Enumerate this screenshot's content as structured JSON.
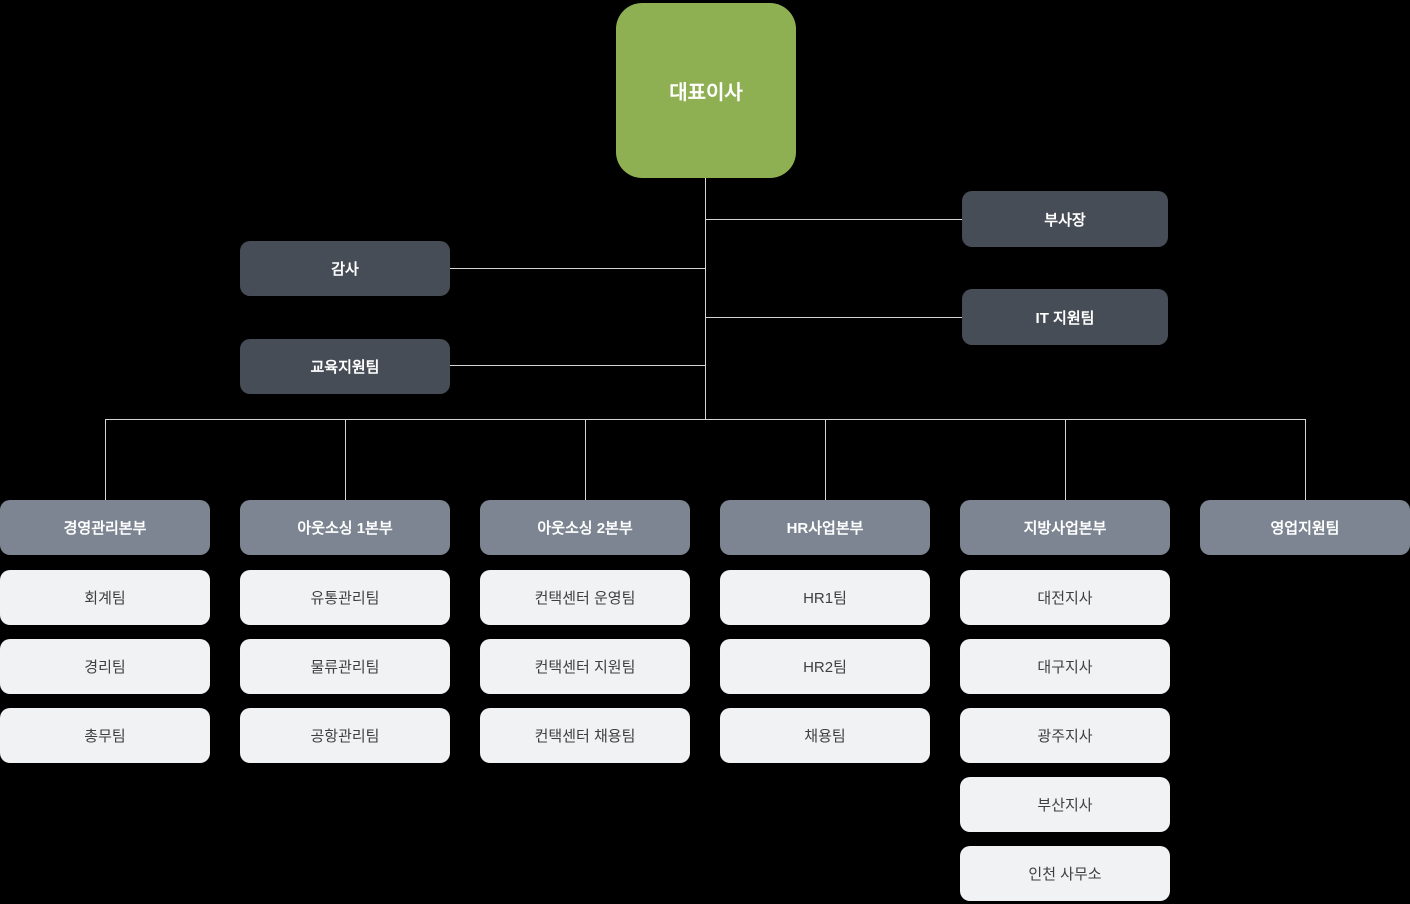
{
  "org_chart": {
    "root": {
      "label": "대표이사"
    },
    "staff": [
      {
        "id": "vp",
        "label": "부사장",
        "side": "right"
      },
      {
        "id": "audit",
        "label": "감사",
        "side": "left"
      },
      {
        "id": "it",
        "label": "IT 지원팀",
        "side": "right"
      },
      {
        "id": "edu",
        "label": "교육지원팀",
        "side": "left"
      }
    ],
    "divisions": [
      {
        "label": "경영관리본부",
        "teams": [
          "회계팀",
          "경리팀",
          "총무팀"
        ]
      },
      {
        "label": "아웃소싱 1본부",
        "teams": [
          "유통관리팀",
          "물류관리팀",
          "공항관리팀"
        ]
      },
      {
        "label": "아웃소싱 2본부",
        "teams": [
          "컨택센터 운영팀",
          "컨택센터 지원팀",
          "컨택센터 채용팀"
        ]
      },
      {
        "label": "HR사업본부",
        "teams": [
          "HR1팀",
          "HR2팀",
          "채용팀"
        ]
      },
      {
        "label": "지방사업본부",
        "teams": [
          "대전지사",
          "대구지사",
          "광주지사",
          "부산지사",
          "인천 사무소"
        ]
      },
      {
        "label": "영업지원팀",
        "teams": []
      }
    ],
    "colors": {
      "root": "#8FB052",
      "staff": "#474D56",
      "division": "#7C8591",
      "team": "#F1F2F4",
      "line": "#D4D4D4",
      "background": "#000000",
      "team_text": "#3F3F3F"
    }
  }
}
